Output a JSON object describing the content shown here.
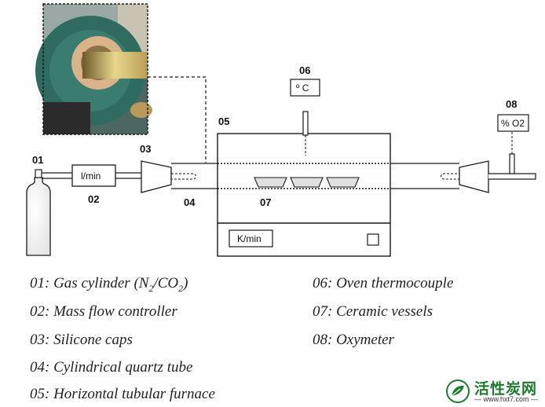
{
  "diagram": {
    "component_numbers": {
      "n01": "01",
      "n02": "02",
      "n03": "03",
      "n04": "04",
      "n05": "05",
      "n06": "06",
      "n07": "07",
      "n08": "08"
    },
    "readouts": {
      "mass_flow": "l/min",
      "heating_rate": "K/min",
      "temperature": "º C",
      "oxygen": "% O2"
    }
  },
  "legend": {
    "col1": [
      "01: Gas cylinder (N",
      "02: Mass flow controller",
      "03: Silicone caps",
      "04: Cylindrical quartz tube",
      "05: Horizontal tubular furnace"
    ],
    "col1_subscripts": {
      "n2_sub": "2",
      "slash": "/CO",
      "co2_sub": "2",
      "close": ")"
    },
    "col2": [
      "06: Oven thermocouple",
      "07: Ceramic vessels",
      "08: Oxymeter"
    ]
  },
  "watermark": {
    "text": "活性炭网",
    "url": "— www.hxt7.com —"
  },
  "colors": {
    "line": "#1a1a1a",
    "photo_furnace": "#2f6b5e",
    "photo_glow": "#d9c27a",
    "watermark_green": "#1d7a2f"
  }
}
